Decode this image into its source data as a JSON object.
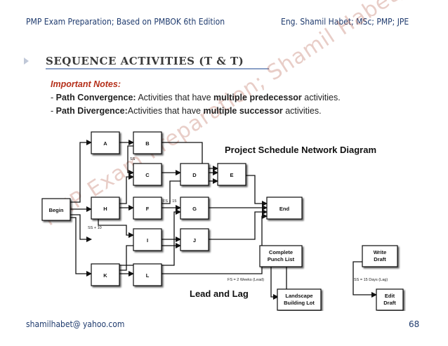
{
  "header": {
    "left": "PMP Exam Preparation; Based on PMBOK 6th Edition",
    "right": "Eng. Shamil Habet; MSc; PMP; JPE"
  },
  "title": "SEQUENCE ACTIVITIES (T & T)",
  "notes": {
    "heading": "Important Notes:",
    "items": [
      {
        "prefix": "- ",
        "term": "Path Convergence:",
        "pre": " Activities that have ",
        "bold": "multiple predecessor",
        "post": " activities."
      },
      {
        "prefix": "- ",
        "term": "Path Divergence:",
        "pre": "Activities that have ",
        "bold": "multiple successor",
        "post": " activities."
      }
    ]
  },
  "watermark": "PMP Exam Preparation; Shamil Habet; MSc; PMP; JPE",
  "diagram": {
    "network_title": "Project Schedule Network Diagram",
    "lead_lag_title": "Lead and Lag",
    "nodes": {
      "begin": "Begin",
      "a": "A",
      "b": "B",
      "c": "C",
      "d": "D",
      "e": "E",
      "h": "H",
      "f": "F",
      "g": "G",
      "i": "I",
      "j": "J",
      "k": "K",
      "l": "L",
      "end": "End"
    },
    "relations": {
      "ss": "SS",
      "fs15": "FS + 15",
      "ss10": "SS + 10"
    },
    "lead_lag": {
      "box1": [
        "Complete",
        "Punch List"
      ],
      "box2": [
        "Landscape",
        "Building Lot"
      ],
      "box3": [
        "Write",
        "Draft"
      ],
      "box4": [
        "Edit",
        "Draft"
      ],
      "fs": "FS = 2 Weeks (Lead)",
      "ss": "SS = 15 Days (Lag)"
    }
  },
  "footer": {
    "email": "shamilhabet@ yahoo.com",
    "page": "68"
  }
}
